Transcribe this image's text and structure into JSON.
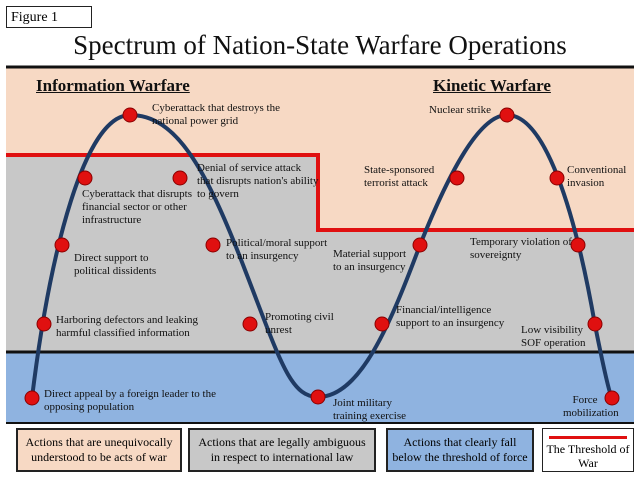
{
  "figure_label": "Figure 1",
  "title": "Spectrum of Nation-State Warfare Operations",
  "sections": {
    "information": "Information Warfare",
    "kinetic": "Kinetic Warfare"
  },
  "colors": {
    "war_zone": "#f7d9c4",
    "ambiguous_zone": "#c8c8c8",
    "below_force_zone": "#8fb3e0",
    "threshold_line": "#e01010",
    "curve": "#1f3a63",
    "marker": "#e01010"
  },
  "nodes": [
    {
      "id": "direct-appeal",
      "label": "Direct appeal by a foreign leader to the opposing population"
    },
    {
      "id": "harboring-defectors",
      "label": "Harboring defectors and leaking harmful classified information"
    },
    {
      "id": "direct-support-dissidents",
      "label": "Direct support to political dissidents"
    },
    {
      "id": "cyberattack-financial",
      "label": "Cyberattack that disrupts financial sector or other infrastructure"
    },
    {
      "id": "cyberattack-power-grid",
      "label": "Cyberattack that destroys the national power grid"
    },
    {
      "id": "denial-of-service",
      "label": "Denial of service attack that disrupts nation's ability to govern"
    },
    {
      "id": "political-moral-support",
      "label": "Political/moral support to an insurgency"
    },
    {
      "id": "promoting-civil-unrest",
      "label": "Promoting civil unrest"
    },
    {
      "id": "joint-military-training",
      "label": "Joint military training exercise"
    },
    {
      "id": "financial-intelligence-support",
      "label": "Financial/intelligence support to an insurgency"
    },
    {
      "id": "material-support",
      "label": "Material support to an insurgency"
    },
    {
      "id": "state-sponsored-terrorist",
      "label": "State-sponsored terrorist attack"
    },
    {
      "id": "nuclear-strike",
      "label": "Nuclear strike"
    },
    {
      "id": "conventional-invasion",
      "label": "Conventional invasion"
    },
    {
      "id": "temporary-violation",
      "label": "Temporary violation of sovereignty"
    },
    {
      "id": "low-visibility-sof",
      "label": "Low visibility SOF operation"
    },
    {
      "id": "force-mobilization",
      "label": "Force mobilization"
    }
  ],
  "legend": {
    "war": "Actions that are unequivocally understood to be acts of war",
    "ambiguous": "Actions that are legally ambiguous in respect to international law",
    "below_force": "Actions that clearly fall below the threshold of force",
    "threshold": "The Threshold of War"
  }
}
